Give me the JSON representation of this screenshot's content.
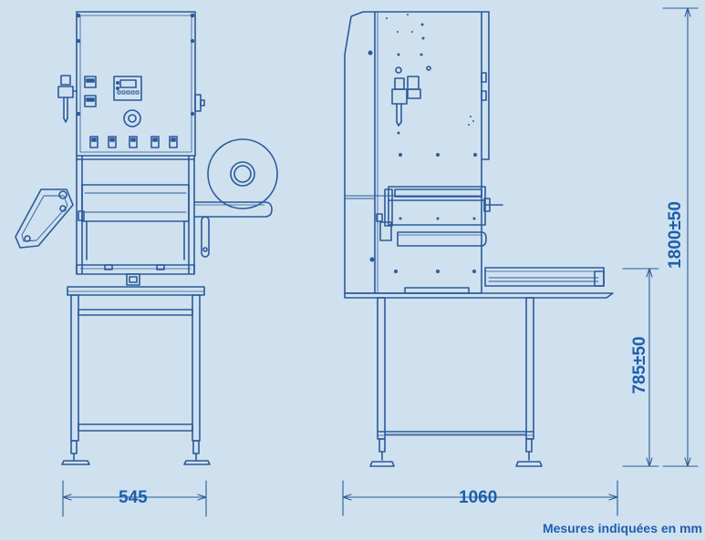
{
  "colors": {
    "background": "#cfe1ef",
    "line": "#2b5a9a",
    "dimension_text": "#1d5fae"
  },
  "dimensions": {
    "front_width": "545",
    "side_depth": "1060",
    "table_height": "785±50",
    "total_height": "1800±50"
  },
  "footnote": "Mesures indiquées en mm",
  "views": [
    "front-view",
    "side-view"
  ]
}
